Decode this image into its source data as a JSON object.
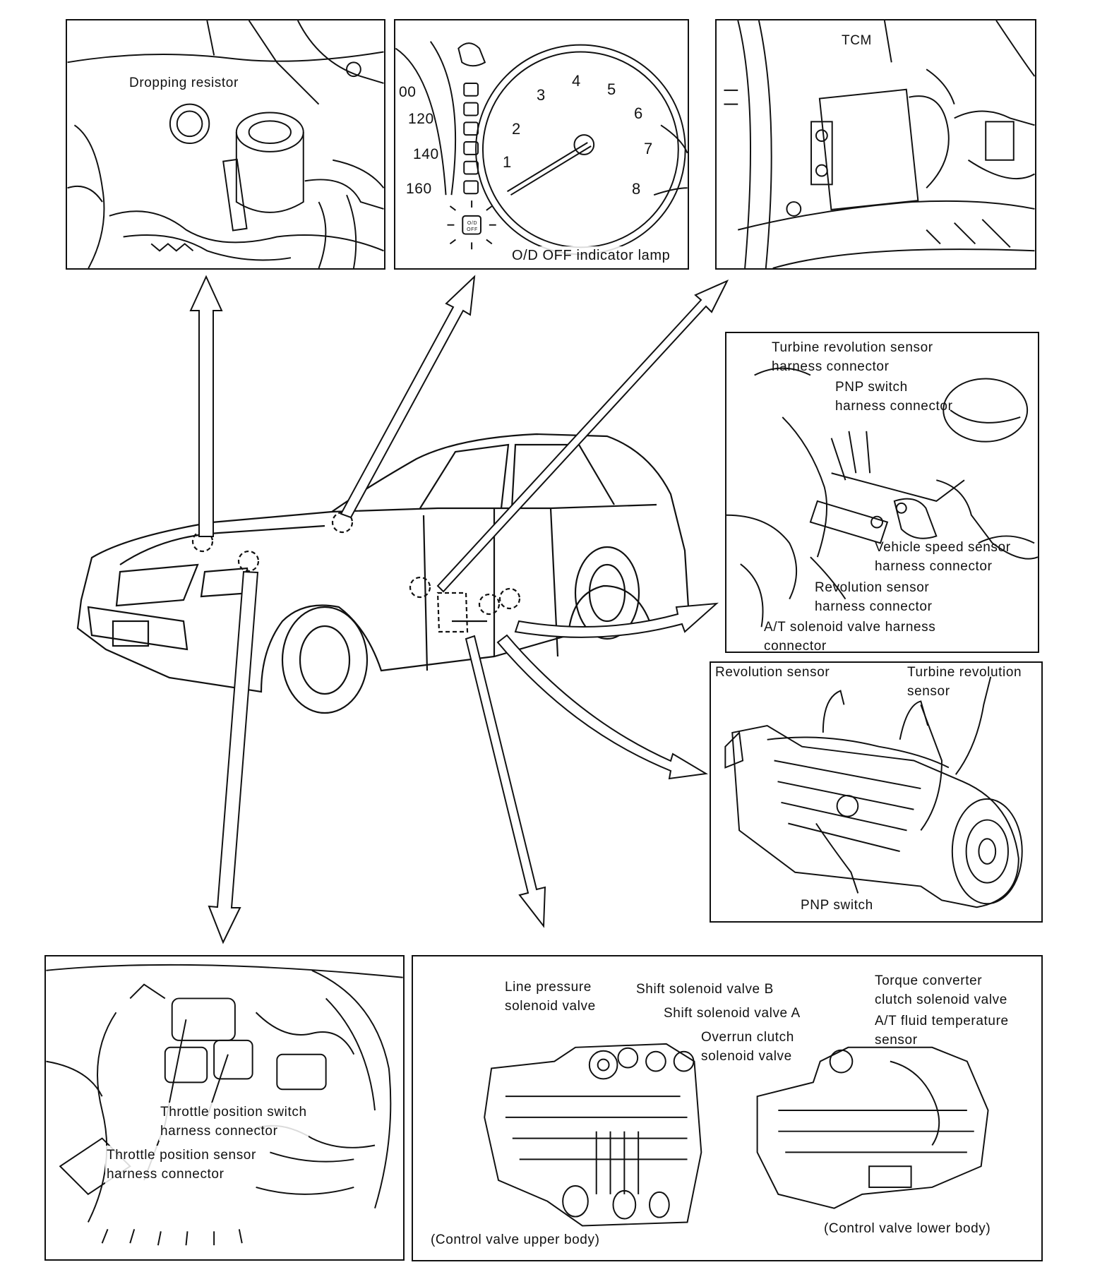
{
  "panels": {
    "dropping_resistor": {
      "label": "Dropping resistor"
    },
    "cluster": {
      "speed_ticks": [
        "00",
        "120",
        "140",
        "160"
      ],
      "tach_ticks": [
        "1",
        "2",
        "3",
        "4",
        "5",
        "6",
        "7",
        "8"
      ],
      "lamp_glyph": "O/D OFF",
      "label": "O/D OFF indicator lamp"
    },
    "tcm": {
      "label": "TCM"
    },
    "transmission_connectors": {
      "turbine_sensor_connector": "Turbine revolution sensor\nharness connector",
      "pnp_switch_connector": "PNP switch\nharness connector",
      "vehicle_speed_connector": "Vehicle speed sensor\nharness connector",
      "revolution_sensor_connector": "Revolution sensor\nharness connector",
      "solenoid_valve_connector": "A/T solenoid valve harness\nconnector"
    },
    "transmission": {
      "revolution_sensor": "Revolution sensor",
      "turbine_sensor": "Turbine revolution\nsensor",
      "pnp_switch": "PNP switch"
    },
    "throttle": {
      "switch_connector": "Throttle position switch\nharness connector",
      "sensor_connector": "Throttle position sensor\nharness connector"
    },
    "control_valve": {
      "line_pressure": "Line pressure\nsolenoid valve",
      "shift_b": "Shift solenoid valve B",
      "shift_a": "Shift solenoid valve A",
      "overrun": "Overrun clutch\nsolenoid valve",
      "torque_converter": "Torque converter\nclutch solenoid valve",
      "fluid_temp": "A/T fluid temperature\nsensor",
      "upper_body": "(Control valve upper body)",
      "lower_body": "(Control valve lower body)"
    }
  },
  "colors": {
    "line": "#111111",
    "background": "#ffffff"
  }
}
